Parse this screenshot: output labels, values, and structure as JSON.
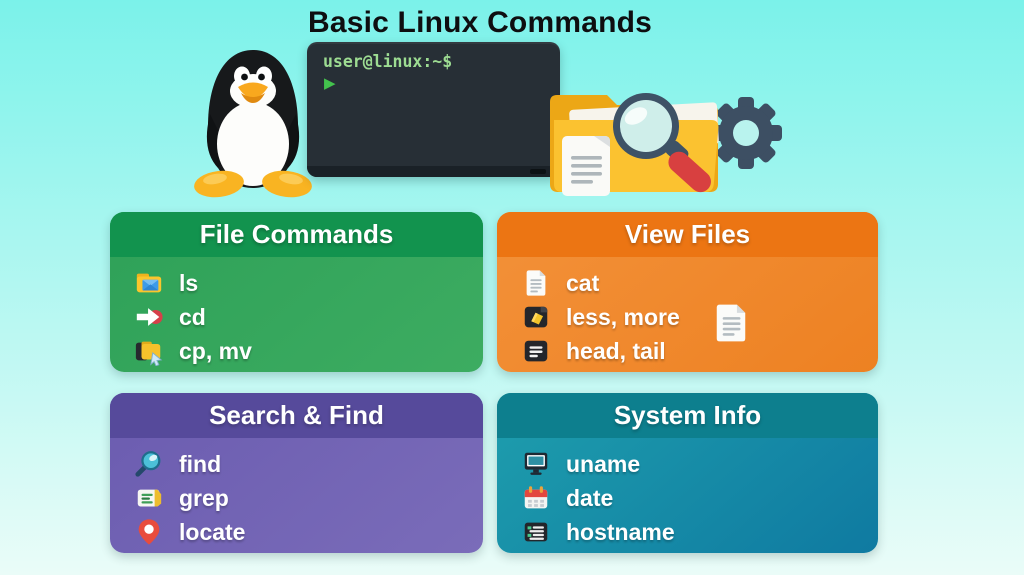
{
  "title": "Basic Linux Commands",
  "background": {
    "top": "#7bf2ea",
    "bottom": "#eafcf8"
  },
  "hero": {
    "penguin_icon": "tux-penguin-icon",
    "terminal": {
      "prompt": "user@linux:~$",
      "cursor": "▶",
      "bg": "#272f36",
      "prompt_color": "#9ddc92",
      "cursor_color": "#43c24d"
    },
    "icons": [
      "folder-icon",
      "document-icon",
      "magnifier-icon",
      "gear-icon"
    ]
  },
  "cards": [
    {
      "title": "File Commands",
      "header_color": "#12934e",
      "body_top": "#2ea158",
      "body_bottom": "#3dac61",
      "items": [
        {
          "icon": "folder-envelope-icon",
          "label": "ls"
        },
        {
          "icon": "arrow-right-icon",
          "label": "cd"
        },
        {
          "icon": "folder-cursor-icon",
          "label": "cp, mv"
        }
      ]
    },
    {
      "title": "View Files",
      "header_color": "#ec7513",
      "body_top": "#f39139",
      "body_bottom": "#ed8122",
      "extra_icon": "document-icon",
      "items": [
        {
          "icon": "document-icon",
          "label": "cat"
        },
        {
          "icon": "media-doc-icon",
          "label": "less, more"
        },
        {
          "icon": "dark-list-icon",
          "label": "head, tail"
        }
      ]
    },
    {
      "title": "Search & Find",
      "header_color": "#564a9b",
      "body_top": "#6b5cb0",
      "body_bottom": "#7a6cb9",
      "items": [
        {
          "icon": "magnifier-icon",
          "label": "find"
        },
        {
          "icon": "grep-document-icon",
          "label": "grep"
        },
        {
          "icon": "location-pin-icon",
          "label": "locate"
        }
      ]
    },
    {
      "title": "System Info",
      "header_color": "#0d7f8e",
      "body_top": "#1e9ead",
      "body_bottom": "#0f7aa1",
      "items": [
        {
          "icon": "monitor-icon",
          "label": "uname"
        },
        {
          "icon": "calendar-icon",
          "label": "date"
        },
        {
          "icon": "server-list-icon",
          "label": "hostname"
        }
      ]
    }
  ]
}
